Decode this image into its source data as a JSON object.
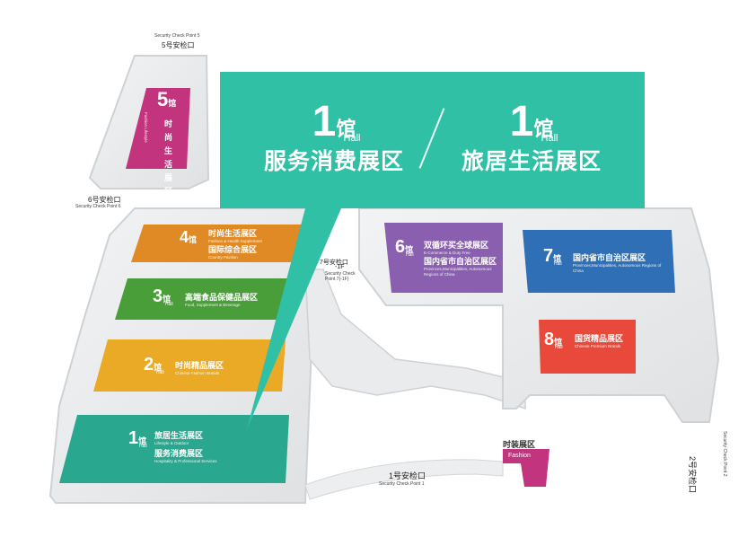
{
  "checkpoints": {
    "cp5_en": "Security Check Point 5",
    "cp5_zh": "5号安检口",
    "cp6_zh": "6号安检口",
    "cp6_en": "Security Check Point 6",
    "cp7_zh": "7号安检口",
    "cp7_floor": "-1F",
    "cp7_en1": "Security Check",
    "cp7_en2": "Point 7(-1F)",
    "cp1_zh": "1号安检口",
    "cp1_en": "Security Check Point 1",
    "cp2_zh": "2号安检口",
    "cp2_en": "Security Check Point 2"
  },
  "halls": {
    "h5": {
      "num": "5",
      "guan": "馆",
      "hall": "Hall",
      "zh": "时尚生活展区",
      "en": "Fashion Lifestyle",
      "color": "#c2347e"
    },
    "h4": {
      "num": "4",
      "guan": "馆",
      "hall": "Hall",
      "zh1": "时尚生活展区",
      "en1": "Fashion & Health Supplement",
      "zh2": "国际综合展区",
      "en2": "Country Pavilion",
      "color": "#e08a26"
    },
    "h3": {
      "num": "3",
      "guan": "馆",
      "hall": "Hall",
      "zh": "高端食品保健品展区",
      "en": "Food, Supplement & Beverage",
      "color": "#4a9e3a"
    },
    "h2": {
      "num": "2",
      "guan": "馆",
      "hall": "Hall",
      "zh": "时尚精品展区",
      "en": "Chinese Fashion Brands",
      "color": "#eaaa25"
    },
    "h1": {
      "num": "1",
      "guan": "馆",
      "hall": "Hall",
      "zh1": "旅居生活展区",
      "en1": "Lifestyle & Outdoor",
      "zh2": "服务消费展区",
      "en2": "Hospitality & Professional Services",
      "color": "#2aa78f"
    },
    "h6": {
      "num": "6",
      "guan": "馆",
      "hall": "Hall",
      "zh1": "双循环买全球展区",
      "en1": "E-Commerce & Duty Free",
      "zh2": "国内省市自治区展区",
      "en2": "Provinces,Municipalities, Autonomous Regions of China",
      "color": "#8a5fb0"
    },
    "h7": {
      "num": "7",
      "guan": "馆",
      "hall": "Hall",
      "zh": "国内省市自治区展区",
      "en": "Provinces,Municipalities, Autonomous Regions of China",
      "color": "#2f6fb5"
    },
    "h8": {
      "num": "8",
      "guan": "馆",
      "hall": "Hall",
      "zh": "国货精品展区",
      "en": "Chinese Premium Brands",
      "color": "#e8493a"
    }
  },
  "fashion": {
    "zh": "时装展区",
    "en": "Fashion",
    "color": "#c2347e"
  },
  "callout": {
    "color": "#2fc0a6",
    "left": {
      "num": "1",
      "guan": "馆",
      "hall": "Hall",
      "zh": "服务消费展区"
    },
    "right": {
      "num": "1",
      "guan": "馆",
      "hall": "Hall",
      "zh": "旅居生活展区"
    }
  }
}
